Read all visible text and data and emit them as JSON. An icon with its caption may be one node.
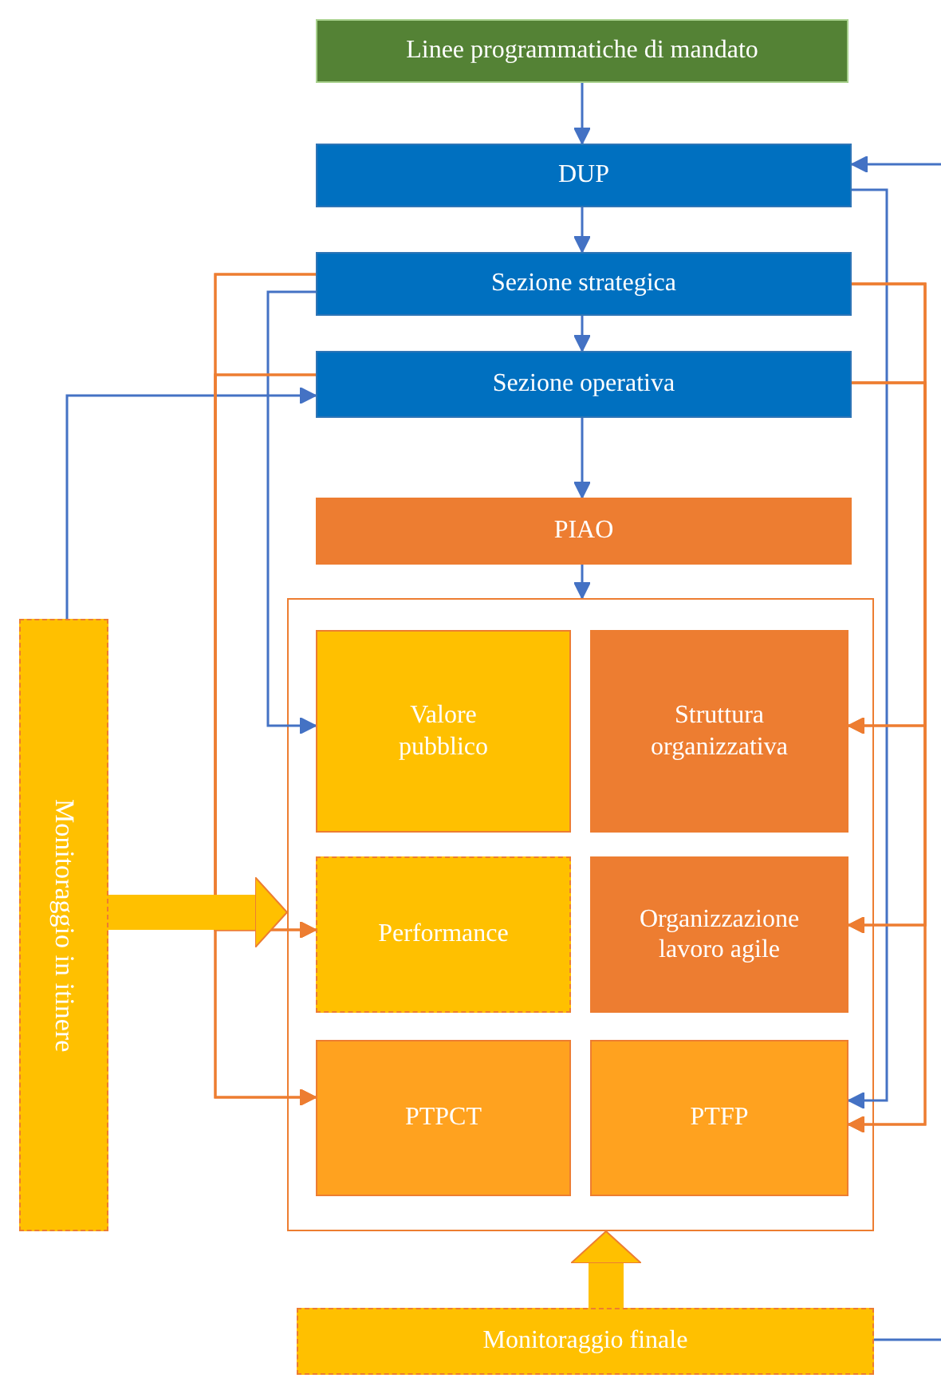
{
  "diagram": {
    "nodes": [
      {
        "text": [
          "Linee programmatiche di mandato"
        ]
      },
      {
        "text": [
          "DUP"
        ]
      },
      {
        "text": [
          "Sezione strategica"
        ]
      },
      {
        "text": [
          "Sezione operativa"
        ]
      },
      {
        "text": [
          "PIAO"
        ]
      },
      {
        "text": [],
        "shape": "box"
      },
      {
        "text": [
          "Valore pubblico"
        ],
        "in": 5
      },
      {
        "text": [
          "Struttura organizzativa"
        ],
        "in": 5
      },
      {
        "text": [
          "Performance"
        ],
        "in": 5
      },
      {
        "text": [
          "Organizzazione lavoro agile"
        ],
        "in": 5
      },
      {
        "text": [
          "PTPCT"
        ],
        "in": 5
      },
      {
        "text": [
          "PTFP"
        ],
        "in": 5
      },
      {
        "text": [
          "Monitoraggio in itinere"
        ]
      },
      {
        "text": [
          "Monitoraggio finale"
        ]
      }
    ],
    "edges": [
      {
        "from": 0,
        "to": 1,
        "arrow": "to"
      },
      {
        "from": 1,
        "to": 2,
        "arrow": "to"
      },
      {
        "from": 2,
        "to": 3,
        "arrow": "to"
      },
      {
        "from": 3,
        "to": 4,
        "arrow": "to"
      },
      {
        "from": 4,
        "to": 5,
        "arrow": "to"
      },
      {
        "from": null,
        "to": 1,
        "arrow": "to"
      },
      {
        "from": 1,
        "to": 11,
        "arrow": "to"
      },
      {
        "from": 2,
        "to": 6,
        "arrow": "to"
      },
      {
        "from": 12,
        "to": 3,
        "arrow": "to"
      },
      {
        "from": 2,
        "to": 8,
        "arrow": "to",
        "color": "#ed7d31"
      },
      {
        "from": 2,
        "to": 10,
        "arrow": "to",
        "color": "#ed7d31"
      },
      {
        "from": 3,
        "to": 8,
        "arrow": "to",
        "color": "#ed7d31"
      },
      {
        "from": 3,
        "to": 10,
        "arrow": "to",
        "color": "#ed7d31"
      },
      {
        "from": 2,
        "to": 7,
        "arrow": "to",
        "color": "#ed7d31"
      },
      {
        "from": 2,
        "to": 9,
        "arrow": "to",
        "color": "#ed7d31"
      },
      {
        "from": 2,
        "to": 11,
        "arrow": "to",
        "color": "#ed7d31"
      },
      {
        "from": 3,
        "to": 7,
        "arrow": "to",
        "color": "#ed7d31"
      },
      {
        "from": 3,
        "to": 9,
        "arrow": "to",
        "color": "#ed7d31"
      },
      {
        "from": 3,
        "to": 11,
        "arrow": "to",
        "color": "#ed7d31"
      },
      {
        "from": 12,
        "to": 5,
        "arrow": "to",
        "style": "thick",
        "color": "#ffc000"
      },
      {
        "from": 13,
        "to": 5,
        "arrow": "to",
        "style": "thick",
        "color": "#ffc000"
      },
      {
        "from": 13,
        "to": null,
        "arrow": "none"
      }
    ]
  }
}
